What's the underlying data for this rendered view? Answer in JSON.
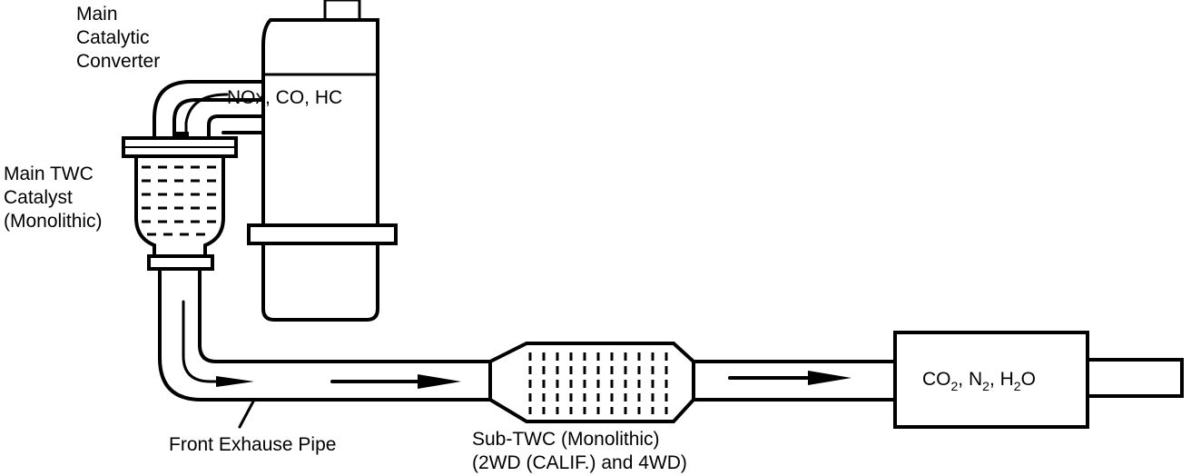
{
  "labels": {
    "main_converter": [
      "Main",
      "Catalytic",
      "Converter"
    ],
    "gases_in": "NOx, CO, HC",
    "main_twc": [
      "Main TWC",
      "Catalyst",
      "(Monolithic)"
    ],
    "front_pipe": "Front Exhause Pipe",
    "sub_twc": [
      "Sub-TWC (Monolithic)",
      "(2WD (CALIF.) and 4WD)"
    ],
    "gases_out": {
      "co2_main": "CO",
      "co2_sub": "2",
      "sep1": ", ",
      "n2_main": "N",
      "n2_sub": "2",
      "sep2": ", ",
      "h2o_main": "H",
      "h2o_sub": "2",
      "h2o_tail": "O"
    }
  },
  "colors": {
    "ink": "#000000",
    "paper": "#ffffff"
  }
}
